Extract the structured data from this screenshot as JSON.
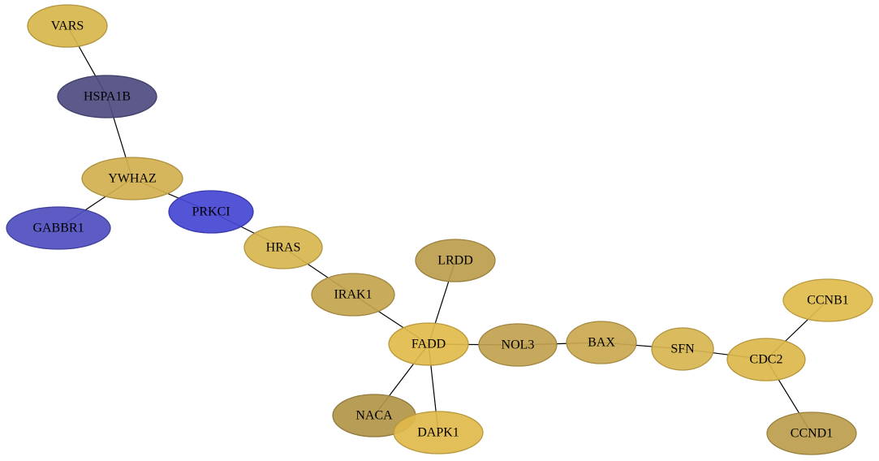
{
  "nodes": [
    {
      "id": "VARS",
      "label": "VARS",
      "color": "#d8b64c"
    },
    {
      "id": "HSPA1B",
      "label": "HSPA1B",
      "color": "#4d4c80"
    },
    {
      "id": "YWHAZ",
      "label": "YWHAZ",
      "color": "#d2b04f"
    },
    {
      "id": "GABBR1",
      "label": "GABBR1",
      "color": "#4f4ec0"
    },
    {
      "id": "PRKCI",
      "label": "PRKCI",
      "color": "#4545d4"
    },
    {
      "id": "HRAS",
      "label": "HRAS",
      "color": "#d8b64f"
    },
    {
      "id": "IRAK1",
      "label": "IRAK1",
      "color": "#c4a44e"
    },
    {
      "id": "LRDD",
      "label": "LRDD",
      "color": "#bc9d4c"
    },
    {
      "id": "FADD",
      "label": "FADD",
      "color": "#e1bb4a"
    },
    {
      "id": "NOL3",
      "label": "NOL3",
      "color": "#c2a24f"
    },
    {
      "id": "BAX",
      "label": "BAX",
      "color": "#c9a84f"
    },
    {
      "id": "SFN",
      "label": "SFN",
      "color": "#d7b54f"
    },
    {
      "id": "CDC2",
      "label": "CDC2",
      "color": "#dcb84c"
    },
    {
      "id": "CCNB1",
      "label": "CCNB1",
      "color": "#e1bc4c"
    },
    {
      "id": "CCND1",
      "label": "CCND1",
      "color": "#bc9d4c"
    },
    {
      "id": "NACA",
      "label": "NACA",
      "color": "#b19548"
    },
    {
      "id": "DAPK1",
      "label": "DAPK1",
      "color": "#dfba4a"
    }
  ],
  "edges": [
    [
      "VARS",
      "HSPA1B"
    ],
    [
      "HSPA1B",
      "YWHAZ"
    ],
    [
      "YWHAZ",
      "GABBR1"
    ],
    [
      "YWHAZ",
      "PRKCI"
    ],
    [
      "PRKCI",
      "HRAS"
    ],
    [
      "HRAS",
      "IRAK1"
    ],
    [
      "IRAK1",
      "FADD"
    ],
    [
      "LRDD",
      "FADD"
    ],
    [
      "FADD",
      "NOL3"
    ],
    [
      "FADD",
      "NACA"
    ],
    [
      "FADD",
      "DAPK1"
    ],
    [
      "NOL3",
      "BAX"
    ],
    [
      "BAX",
      "SFN"
    ],
    [
      "SFN",
      "CDC2"
    ],
    [
      "CDC2",
      "CCNB1"
    ],
    [
      "CDC2",
      "CCND1"
    ]
  ]
}
